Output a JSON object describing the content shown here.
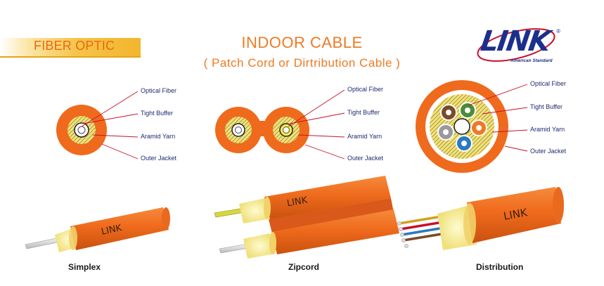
{
  "header": {
    "tag": "FIBER OPTIC",
    "title": "INDOOR CABLE",
    "subtitle": "( Patch Cord or Dirtribution Cable )"
  },
  "logo": {
    "word": "LINK",
    "registered": "®",
    "sub": "American Standard"
  },
  "labels": {
    "optical_fiber": "Optical Fiber",
    "tight_buffer": "Tight Buffer",
    "aramid_yarn": "Aramid Yarn",
    "outer_jacket": "Outer Jacket"
  },
  "cables": [
    {
      "caption": "Simplex",
      "print": "LINK"
    },
    {
      "caption": "Zipcord",
      "print": "LINK"
    },
    {
      "caption": "Distribution",
      "print": "LINK"
    }
  ],
  "colors": {
    "jacket": "#ef6a1c",
    "jacket_dark": "#d95510",
    "yarn": "#f3e98a",
    "brand_blue": "#1c2f8c",
    "title_orange": "#ef7a22"
  },
  "icons": [
    "link-logo-icon",
    "simplex-cross-section-icon",
    "zipcord-cross-section-icon",
    "distribution-cross-section-icon"
  ]
}
